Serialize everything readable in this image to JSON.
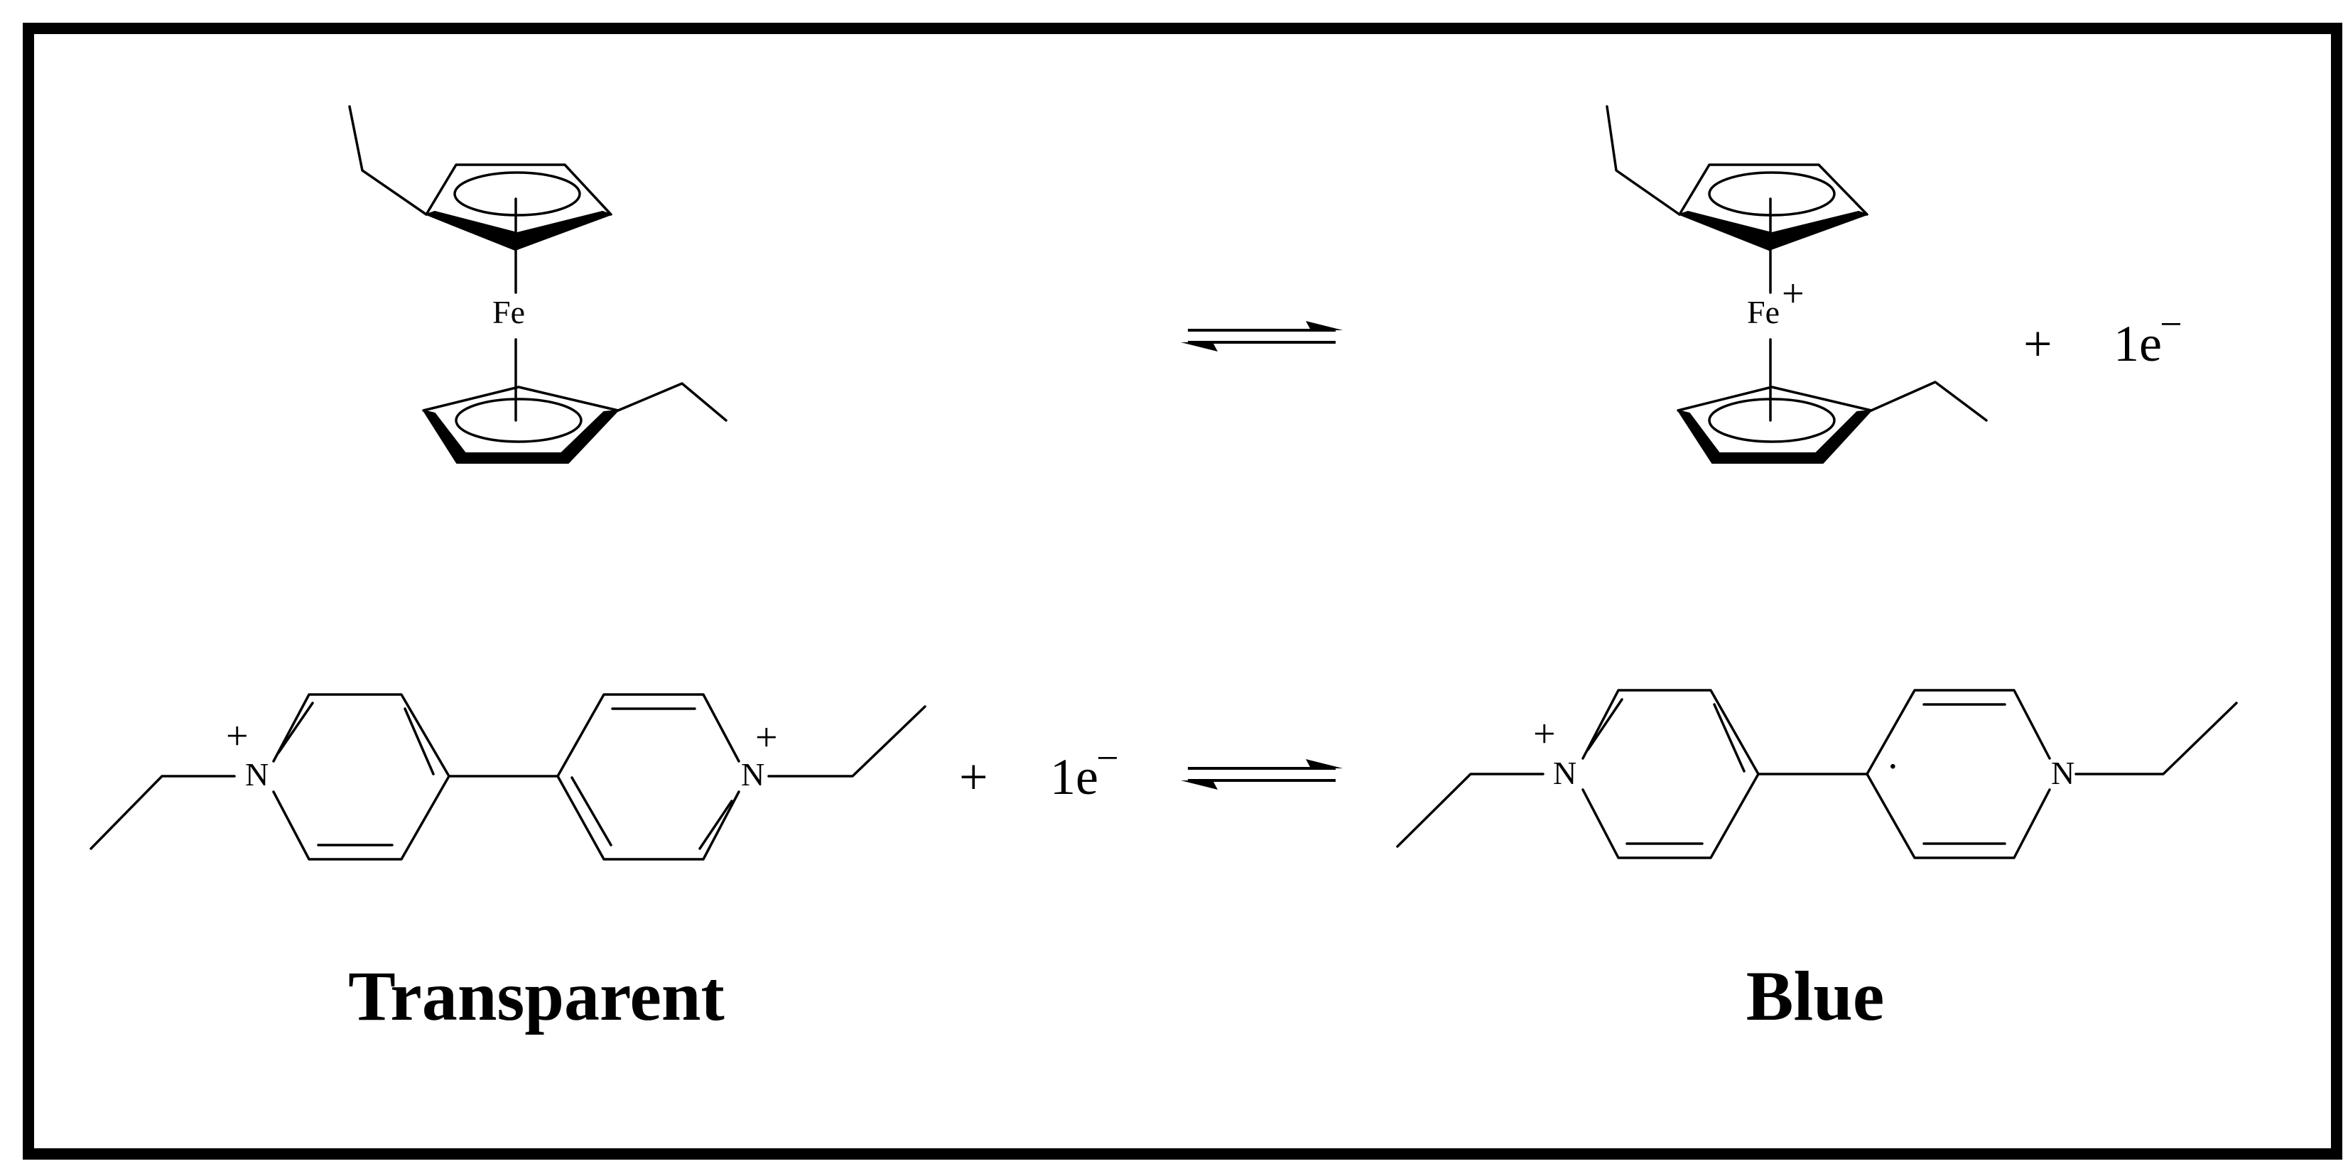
{
  "reaction_1": {
    "reactant_atom": "Fe",
    "product_atom": "Fe",
    "product_charge": "+",
    "plus": "+",
    "electron": "1e",
    "electron_charge": "−"
  },
  "reaction_2": {
    "left_atom_n1": "N",
    "left_charge_n1": "+",
    "left_atom_n2": "N",
    "left_charge_n2": "+",
    "plus": "+",
    "electron": "1e",
    "electron_charge": "−",
    "right_atom_n1": "N",
    "right_charge_n1": "+",
    "right_atom_n2": "N",
    "radical": "·"
  },
  "labels": {
    "left": "Transparent",
    "right": "Blue"
  }
}
